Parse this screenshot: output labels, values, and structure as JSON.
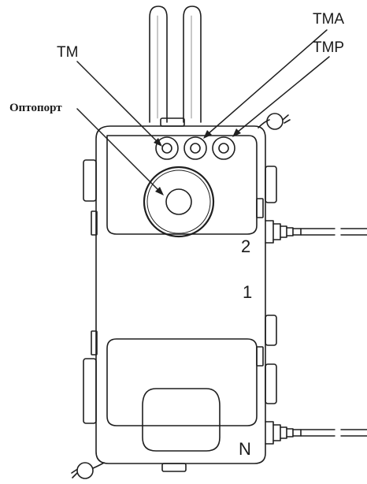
{
  "labels": {
    "tm": "TM",
    "tma": "TMA",
    "tmp": "TMP",
    "optoport": "Оптопорт"
  },
  "numbers": {
    "port_2": "2",
    "port_1": "1",
    "port_n": "N"
  }
}
